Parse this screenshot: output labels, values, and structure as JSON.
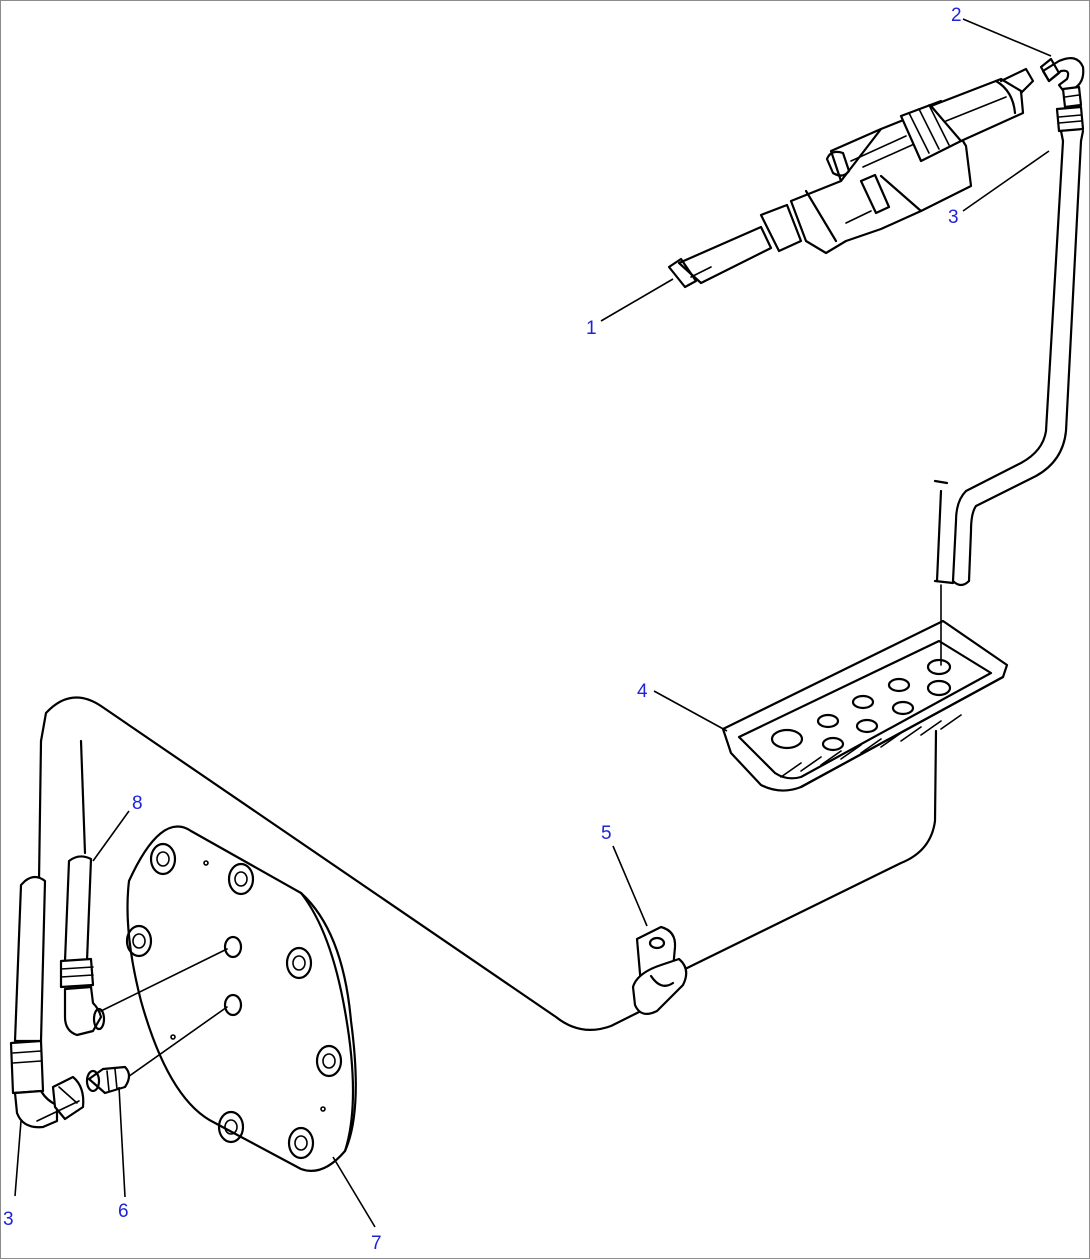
{
  "diagram": {
    "callouts": [
      {
        "id": "c1",
        "label": "1"
      },
      {
        "id": "c2",
        "label": "2"
      },
      {
        "id": "c3a",
        "label": "3"
      },
      {
        "id": "c3b",
        "label": "3"
      },
      {
        "id": "c4",
        "label": "4"
      },
      {
        "id": "c5",
        "label": "5"
      },
      {
        "id": "c6",
        "label": "6"
      },
      {
        "id": "c7",
        "label": "7"
      },
      {
        "id": "c8",
        "label": "8"
      }
    ],
    "colors": {
      "callout": "#1f23d6",
      "line": "#000000",
      "frame": "#8c8c8c"
    },
    "parts": [
      "valve-assembly",
      "elbow-fitting",
      "tube",
      "mounting-plate",
      "clamp",
      "connector",
      "flange-cover",
      "elbow-connector"
    ]
  }
}
